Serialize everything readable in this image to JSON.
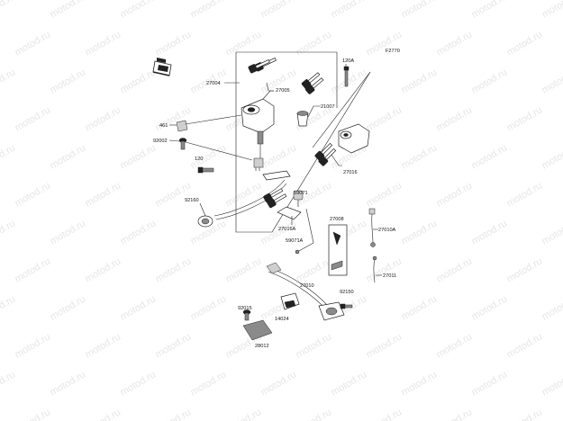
{
  "watermark": {
    "text": "motod.ru",
    "color": "#e6e6e6"
  },
  "diagram": {
    "code": "F2770",
    "labels": {
      "p27004": "27004",
      "p27005": "27005",
      "p21007": "21007",
      "p120A": "120A",
      "p461": "461",
      "p92002": "92002",
      "p120": "120",
      "p92160": "92160",
      "p59071": "59071",
      "p27016": "27016",
      "p27016A": "27016A",
      "p27008": "27008",
      "p59071A": "59071A",
      "p27010A": "27010A",
      "p27010": "27010",
      "p92150": "92150",
      "p27011": "27011",
      "p92015": "92015",
      "p14024": "14024",
      "p28012": "28012"
    }
  }
}
